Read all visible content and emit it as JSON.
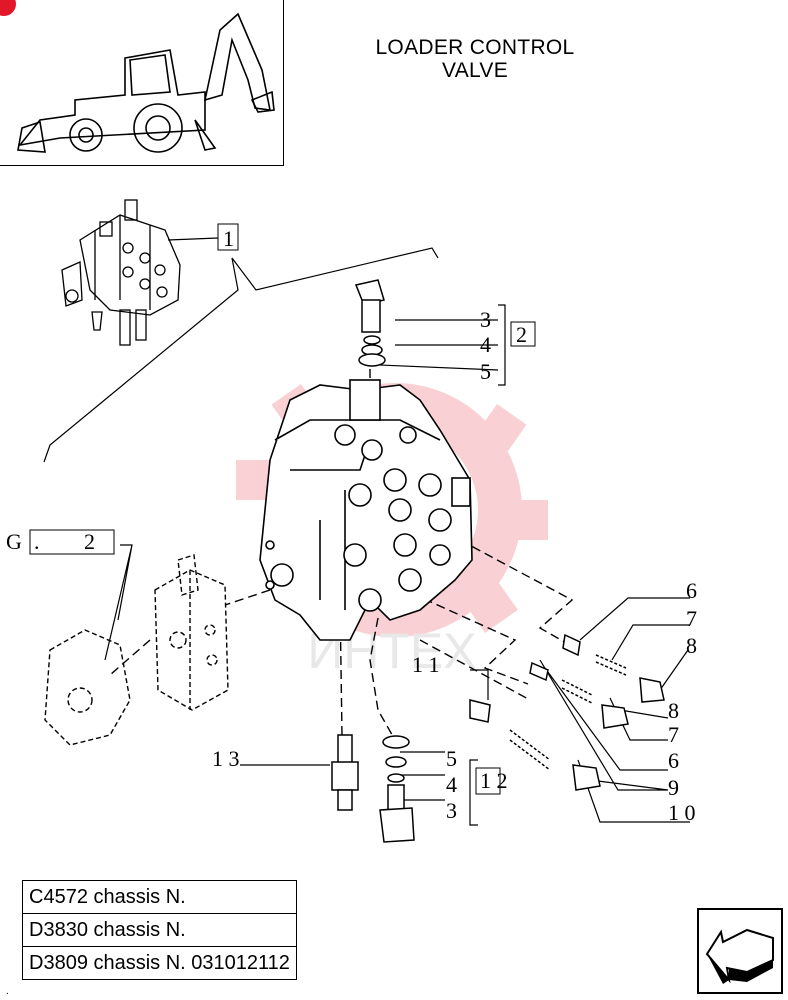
{
  "title_line1": "LOADER CONTROL",
  "title_line2": "VALVE",
  "watermark": "ИНТЕХ",
  "callouts": {
    "c1": "1",
    "c2": "2",
    "c3a": "3",
    "c4a": "4",
    "c5a": "5",
    "c6a": "6",
    "c7a": "7",
    "c8a": "8",
    "c8b": "8",
    "c7b": "7",
    "c6b": "6",
    "c9": "9",
    "c10": "1 0",
    "c11": "1 1",
    "c13": "1 3",
    "c5b": "5",
    "c4b": "4",
    "c3b": "3",
    "c12": "1 2",
    "g_prefix": "G",
    "g_dot": ".",
    "g_num": "2"
  },
  "chassis_rows": [
    "C4572 chassis N.",
    "D3830 chassis N.",
    "D3809 chassis N. 031012112"
  ],
  "colors": {
    "watermark": "#e8333f",
    "corner": "#e3172a",
    "line": "#000000"
  },
  "icons": {
    "nav": "arrow-next-page-icon",
    "thumbnail": "backhoe-loader-thumbnail"
  },
  "footer_mark": "."
}
